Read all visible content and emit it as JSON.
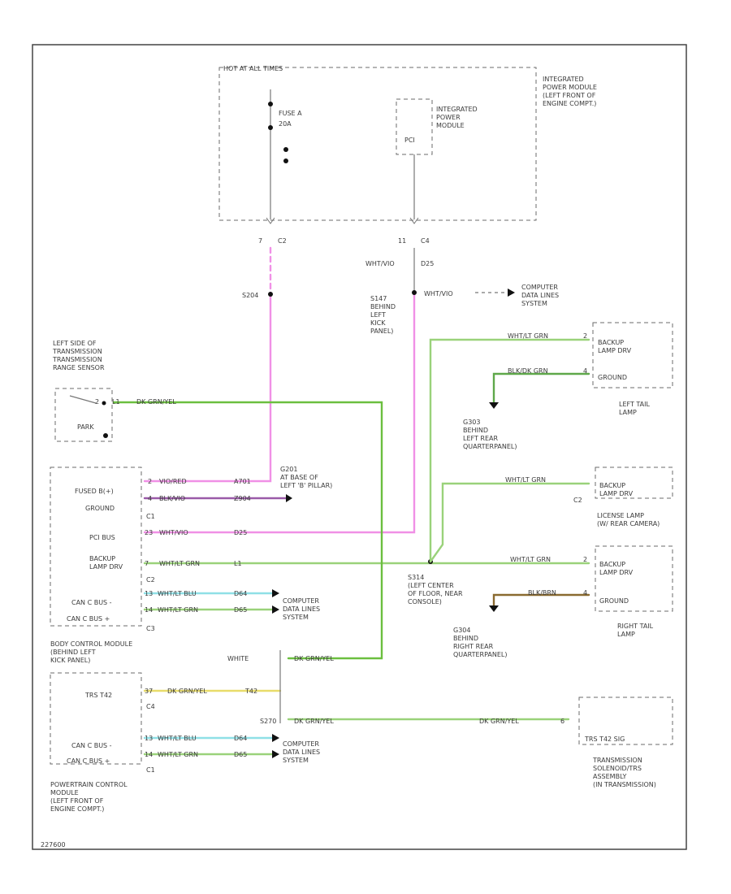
{
  "colors": {
    "green": "#9ad27a",
    "green_dark": "#6bbf3f",
    "pink": "#f090e6",
    "magenta": "#ee82ee",
    "violet": "#9a5aa8",
    "cyan": "#8fe0e6",
    "yellow": "#e8dc6a",
    "brown": "#8a6a30",
    "ground_dark": "#336633"
  },
  "ipm": {
    "header": "HOT AT ALL TIMES",
    "fuse_label": "FUSE A",
    "fuse_amps": "20A",
    "module_label": "INTEGRATED\nPOWER\nMODULE",
    "pci_label": "PCI",
    "title": "INTEGRATED\nPOWER MODULE\n(LEFT FRONT OF\nENGINE COMPT.)",
    "pin_left": "7",
    "conn_left": "C2",
    "pin_right": "11",
    "conn_right": "C4"
  },
  "splices": {
    "s204": "S204",
    "pci_wire": "WHT/VIO",
    "pci_circuit": "D25",
    "s147_label": "S147\nBEHIND\nLEFT\nKICK\nPANEL)",
    "s147_wire": "WHT/VIO",
    "computer_data_1": "COMPUTER\nDATA LINES\nSYSTEM",
    "s314_label": "S314\n(LEFT CENTER\nOF FLOOR, NEAR\nCONSOLE)"
  },
  "trs": {
    "title": "LEFT SIDE OF\nTRANSMISSION\nTRANSMISSION\nRANGE SENSOR",
    "pin": "2",
    "circuit": "L1",
    "wire": "DK GRN/YEL",
    "park": "PARK"
  },
  "left_tail": {
    "wire_top": "WHT/LT GRN",
    "pin_top": "2",
    "wire_bottom": "BLK/DK GRN",
    "pin_bottom": "4",
    "backup": "BACKUP\nLAMP DRV",
    "ground": "GROUND",
    "title": "LEFT TAIL\nLAMP",
    "g303": "G303\nBEHIND\nLEFT REAR\nQUARTERPANEL)"
  },
  "license": {
    "wire": "WHT/LT GRN",
    "conn": "C2",
    "backup": "BACKUP\nLAMP DRV",
    "title": "LICENSE LAMP\n(W/ REAR CAMERA)"
  },
  "bcm": {
    "pin_fused": "2",
    "wire_fused": "VIO/RED",
    "circuit_fused": "A701",
    "pin_ground": "4",
    "wire_ground": "BLK/VIO",
    "circuit_ground": "Z904",
    "fused_label": "FUSED B(+)",
    "ground_label": "GROUND",
    "c1": "C1",
    "ground_loc": "G201\nAT BASE OF\nLEFT 'B' PILLAR)",
    "pci_label": "PCI BUS",
    "pci_pin": "23",
    "pci_wire": "WHT/VIO",
    "pci_circuit": "D25",
    "backup_label": "BACKUP\nLAMP DRV",
    "backup_pin": "7",
    "backup_wire": "WHT/LT GRN",
    "backup_circuit": "L1",
    "c2": "C2",
    "canc_label": "CAN C BUS -",
    "canc_pin": "13",
    "canc_wire": "WHT/LT BLU",
    "canc_circuit": "D64",
    "canc2_label": "CAN C BUS +",
    "canc2_pin": "14",
    "canc2_wire": "WHT/LT GRN",
    "canc2_circuit": "D65",
    "c3": "C3",
    "computer": "COMPUTER\nDATA LINES\nSYSTEM",
    "title": "BODY CONTROL MODULE\n(BEHIND LEFT\nKICK PANEL)"
  },
  "right_tail": {
    "wire_top": "WHT/LT GRN",
    "pin_top": "2",
    "wire_bottom": "BLK/BRN",
    "pin_bottom": "4",
    "backup": "BACKUP\nLAMP DRV",
    "ground": "GROUND",
    "title": "RIGHT TAIL\nLAMP",
    "g304": "G304\nBEHIND\nRIGHT REAR\nQUARTERPANEL)"
  },
  "pcm": {
    "white": "WHITE",
    "white_wire": "DK GRN/YEL",
    "trs_label": "TRS T42",
    "trs_pin": "37",
    "trs_wire": "DK GRN/YEL",
    "trs_circuit": "T42",
    "c4": "C4",
    "canc_label": "CAN C BUS -",
    "canc_pin": "13",
    "canc_wire": "WHT/LT BLU",
    "canc_circuit": "D64",
    "canc2_label": "CAN C BUS +",
    "canc2_pin": "14",
    "canc2_wire": "WHT/LT GRN",
    "canc2_circuit": "D65",
    "c1": "C1",
    "s270": "S270",
    "s270_wire": "DK GRN/YEL",
    "trans_wire": "DK GRN/YEL",
    "trans_pin": "6",
    "computer": "COMPUTER\nDATA LINES\nSYSTEM",
    "title": "POWERTRAIN CONTROL\nMODULE\n(LEFT FRONT OF\nENGINE COMPT.)"
  },
  "trans": {
    "label": "TRS T42 SIG",
    "title": "TRANSMISSION\nSOLENOID/TRS\nASSEMBLY\n(IN TRANSMISSION)"
  },
  "footer": {
    "code": "227600"
  }
}
